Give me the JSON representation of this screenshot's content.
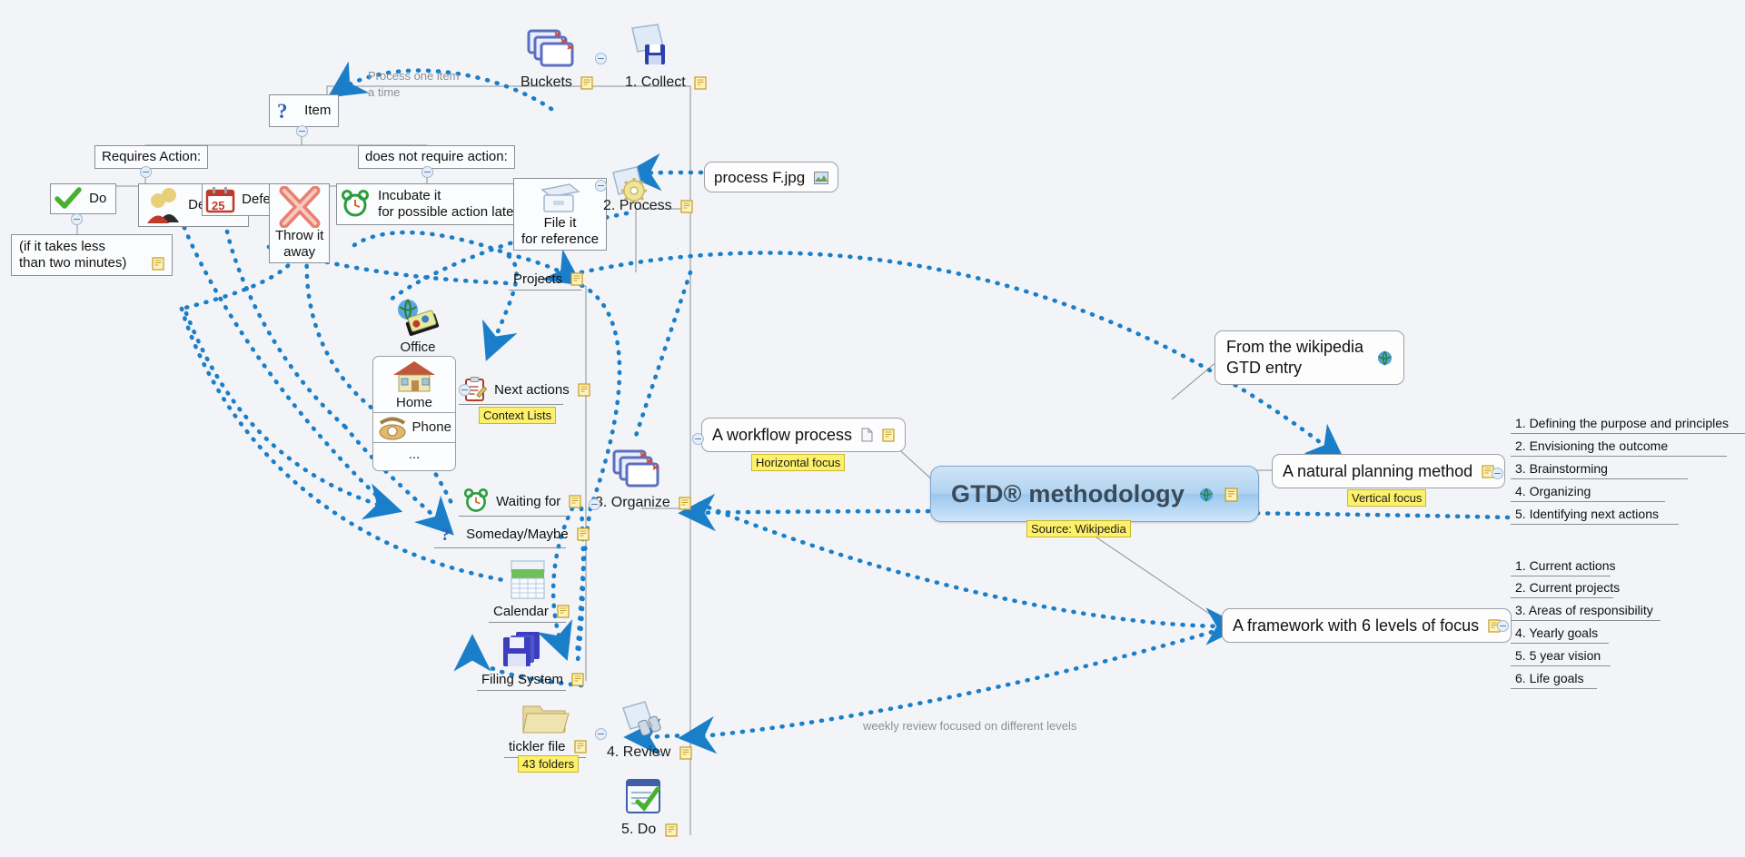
{
  "document": {
    "title": "GTD® methodology mind map",
    "background": "#f2f4f7",
    "accent_arrow_color": "#1a7ec8",
    "callout_color": "#fdf06a"
  },
  "central": {
    "label": "GTD® methodology",
    "icons": [
      "globe-icon",
      "note-icon"
    ],
    "callout": "Source: Wikipedia"
  },
  "flow": {
    "buckets": {
      "label": "Buckets",
      "icon": "stacked-cards-icon",
      "note": true
    },
    "item": {
      "label": "Item",
      "icon": "question-mark-icon"
    },
    "process_one_item": "Process one item\na time",
    "process_one_item_line1": "Process one item",
    "process_one_item_line2": "a time",
    "requires_action": "Requires Action:",
    "does_not_require_action": "does not require action:",
    "do": {
      "label": "Do",
      "icon": "green-check-icon"
    },
    "do_note": {
      "line1": "(if it takes less",
      "line2": "than two minutes)",
      "note": true
    },
    "delegate": {
      "label": "Delegate",
      "icon": "people-icon"
    },
    "defer": {
      "label": "Defer",
      "icon": "calendar-25-icon"
    },
    "throw_it_away": {
      "line1": "Throw it",
      "line2": "away",
      "icon": "red-x-icon"
    },
    "incubate": {
      "line1": "Incubate it",
      "line2": "for possible action later",
      "icon": "green-clock-icon"
    },
    "file_it": {
      "line1": "File it",
      "line2": "for reference",
      "icon": "file-cabinet-icon"
    }
  },
  "steps": [
    {
      "label": "1. Collect",
      "icon": "save-disk-icon",
      "note": true
    },
    {
      "label": "2. Process",
      "icon": "gear-pages-icon",
      "note": true
    },
    {
      "label": "3. Organize",
      "icon": "stacked-cards-icon",
      "note": true
    },
    {
      "label": "4. Review",
      "icon": "binoculars-icon",
      "note": true
    },
    {
      "label": "5. Do",
      "icon": "checklist-icon",
      "note": true
    }
  ],
  "organize_children": [
    {
      "label": "Projects",
      "note": true
    },
    {
      "label": "Next actions",
      "icon": "clipboard-pencil-icon",
      "note": true,
      "callout": "Context Lists"
    },
    {
      "label": "Waiting for",
      "icon": "green-clock-icon",
      "note": true
    },
    {
      "label": "Someday/Maybe",
      "icon": "question-mark-icon",
      "note": true
    },
    {
      "label": "Calendar",
      "icon": "calendar-icon",
      "note": true
    },
    {
      "label": "Filing System",
      "icon": "floppy-stack-icon",
      "note": true
    }
  ],
  "contexts": [
    {
      "label": "Office",
      "icon": "globe-disk-icon"
    },
    {
      "label": "Home",
      "icon": "house-icon"
    },
    {
      "label": "Phone",
      "icon": "phone-icon"
    },
    {
      "label": "..."
    }
  ],
  "tickler": {
    "label": "tickler file",
    "icon": "folder-icon",
    "note": true,
    "callout": "43 folders"
  },
  "attachments": [
    {
      "label": "process F.jpg",
      "icon": "image-icon"
    }
  ],
  "right": {
    "wikipedia_note": {
      "line1": "From the wikipedia",
      "line2": "GTD entry",
      "icon": "globe-icon"
    },
    "workflow_process": {
      "label": "A workflow process",
      "icons": [
        "page-icon",
        "note-icon"
      ],
      "callout": "Horizontal focus"
    },
    "natural_planning": {
      "label": "A natural planning method",
      "icons": [
        "note-icon"
      ],
      "callout": "Vertical focus"
    },
    "framework": {
      "label": "A framework with 6 levels of focus",
      "icons": [
        "note-icon"
      ]
    },
    "planning_steps": [
      "1. Defining the purpose and principles",
      "2. Envisioning the outcome",
      "3. Brainstorming",
      "4. Organizing",
      "5. Identifying next actions"
    ],
    "focus_levels": [
      "1. Current actions",
      "2. Current projects",
      "3. Areas of responsibility",
      "4. Yearly goals",
      "5. 5 year vision",
      "6. Life goals"
    ]
  },
  "annotations": {
    "weekly_review": "weekly review focused on different levels"
  }
}
